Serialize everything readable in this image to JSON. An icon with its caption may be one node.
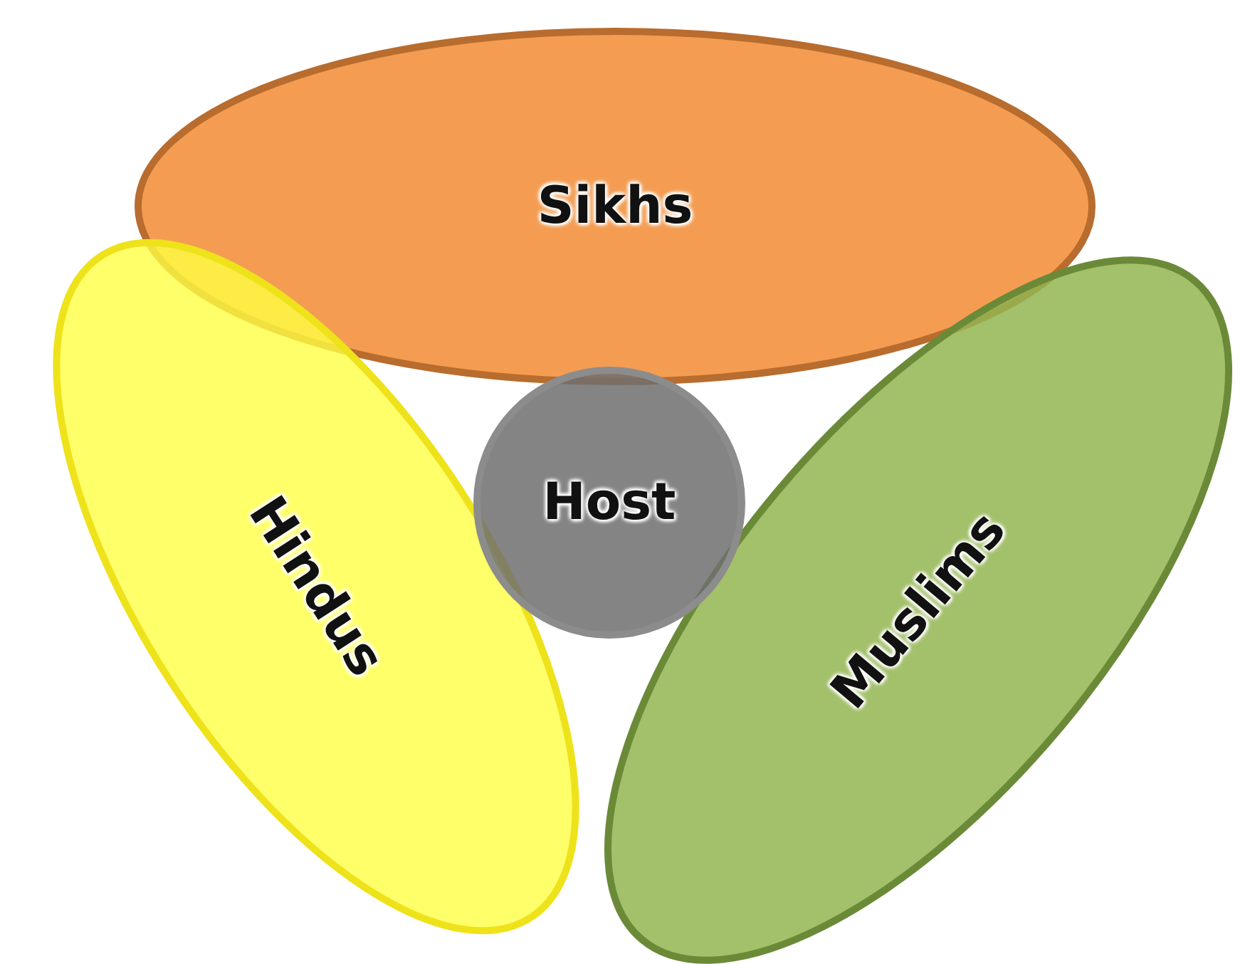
{
  "diagram": {
    "nodes": [
      {
        "text": [
          "Sikhs"
        ]
      },
      {
        "text": [
          "Hindus"
        ]
      },
      {
        "text": [
          "Muslims"
        ]
      },
      {
        "text": [
          "Host"
        ]
      }
    ]
  }
}
